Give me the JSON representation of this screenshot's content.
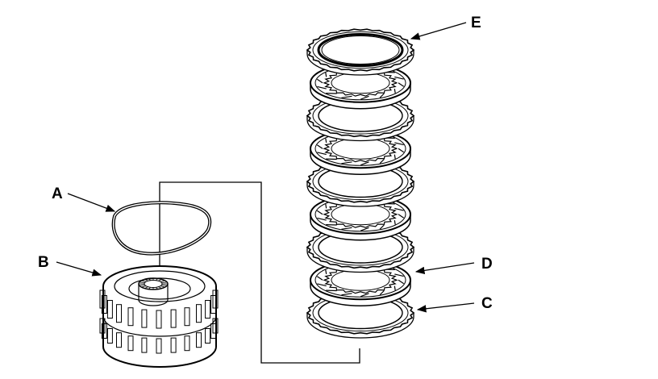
{
  "callouts": {
    "a": "A",
    "b": "B",
    "c": "C",
    "d": "D",
    "e": "E"
  },
  "clutch_pack": {
    "plates": [
      {
        "kind": "steel-plate",
        "callout": "C"
      },
      {
        "kind": "friction-disc",
        "callout": "D"
      },
      {
        "kind": "steel-plate"
      },
      {
        "kind": "friction-disc"
      },
      {
        "kind": "steel-plate"
      },
      {
        "kind": "friction-disc"
      },
      {
        "kind": "steel-plate"
      },
      {
        "kind": "friction-disc"
      },
      {
        "kind": "end-plate",
        "callout": "E"
      }
    ]
  },
  "colors": {
    "ink": "#000000",
    "paper": "#ffffff"
  }
}
